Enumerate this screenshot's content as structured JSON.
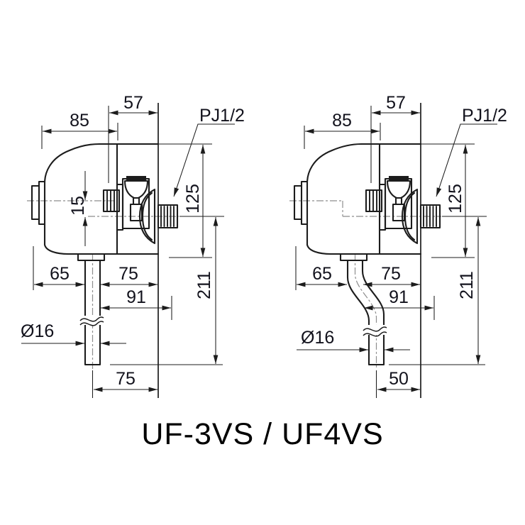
{
  "drawing": {
    "title": "UF-3VS / UF4VS",
    "colors": {
      "line": "#1c1c1c",
      "text": "#12121c",
      "centerline": "#8e8e8e",
      "background": "#ffffff"
    }
  },
  "views": {
    "left": {
      "dim_85": "85",
      "dim_57": "57",
      "thread_label": "PJ1/2",
      "dim_125": "125",
      "dim_15": "15",
      "dim_65": "65",
      "dim_75": "75",
      "dim_91": "91",
      "dim_211": "211",
      "dim_diameter": "Ø16",
      "dim_bottom": "75"
    },
    "right": {
      "dim_85": "85",
      "dim_57": "57",
      "thread_label": "PJ1/2",
      "dim_125": "125",
      "dim_65": "65",
      "dim_75": "75",
      "dim_91": "91",
      "dim_211": "211",
      "dim_diameter": "Ø16",
      "dim_bottom": "50"
    }
  }
}
